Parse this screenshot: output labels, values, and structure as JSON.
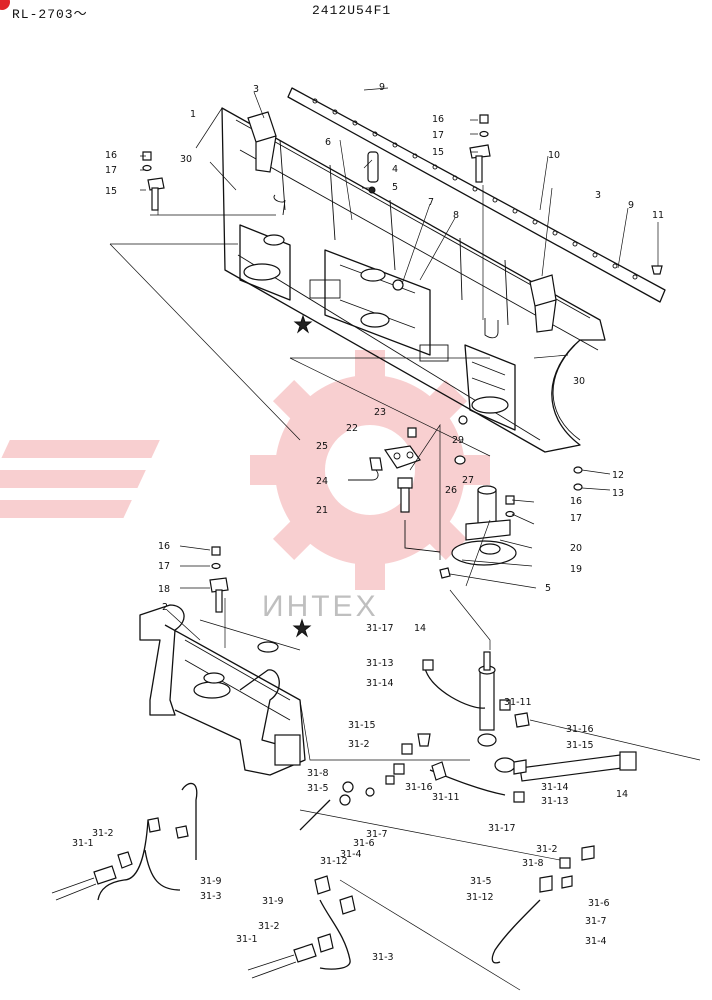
{
  "header": {
    "model_code": "RL-2703～",
    "diagram_code": "2412U54F1"
  },
  "watermark": {
    "text": "ИНТЕХ",
    "color": "#e0262b"
  },
  "colors": {
    "corner_dot": "#e0262b",
    "ink": "#111111"
  },
  "labels": {
    "l1": "1",
    "l2": "2",
    "l3a": "3",
    "l3b": "3",
    "l4": "4",
    "l5a": "5",
    "l5b": "5",
    "l6": "6",
    "l7": "7",
    "l8": "8",
    "l9a": "9",
    "l9b": "9",
    "l10": "10",
    "l11": "11",
    "l12": "12",
    "l13": "13",
    "l14a": "14",
    "l14b": "14",
    "l15a": "15",
    "l15b": "15",
    "l16a": "16",
    "l16b": "16",
    "l16c": "16",
    "l16d": "16",
    "l17a": "17",
    "l17b": "17",
    "l17c": "17",
    "l17d": "17",
    "l18": "18",
    "l19": "19",
    "l20": "20",
    "l21": "21",
    "l22": "22",
    "l23": "23",
    "l24": "24",
    "l25": "25",
    "l26": "26",
    "l27": "27",
    "l29": "29",
    "l30a": "30",
    "l30b": "30",
    "h17a": "31-17",
    "h13a": "31-13",
    "h14a": "31-14",
    "h11a": "31-11",
    "h16a": "31-16",
    "h15a": "31-15",
    "h15b": "31-15",
    "h2a": "31-2",
    "h8a": "31-8",
    "h5a": "31-5",
    "h16b": "31-16",
    "h11b": "31-11",
    "h14b": "31-14",
    "h13b": "31-13",
    "h17b": "31-17",
    "h4a": "31-4",
    "h6a": "31-6",
    "h7a": "31-7",
    "h12a": "31-12",
    "h2b": "31-2",
    "h1a": "31-1",
    "h9a": "31-9",
    "h3a": "31-3",
    "h9b": "31-9",
    "h2c": "31-2",
    "h1b": "31-1",
    "h3b": "31-3",
    "h2d": "31-2",
    "h8b": "31-8",
    "h5b": "31-5",
    "h6b": "31-6",
    "h12b": "31-12",
    "h7b": "31-7",
    "h4b": "31-4"
  }
}
